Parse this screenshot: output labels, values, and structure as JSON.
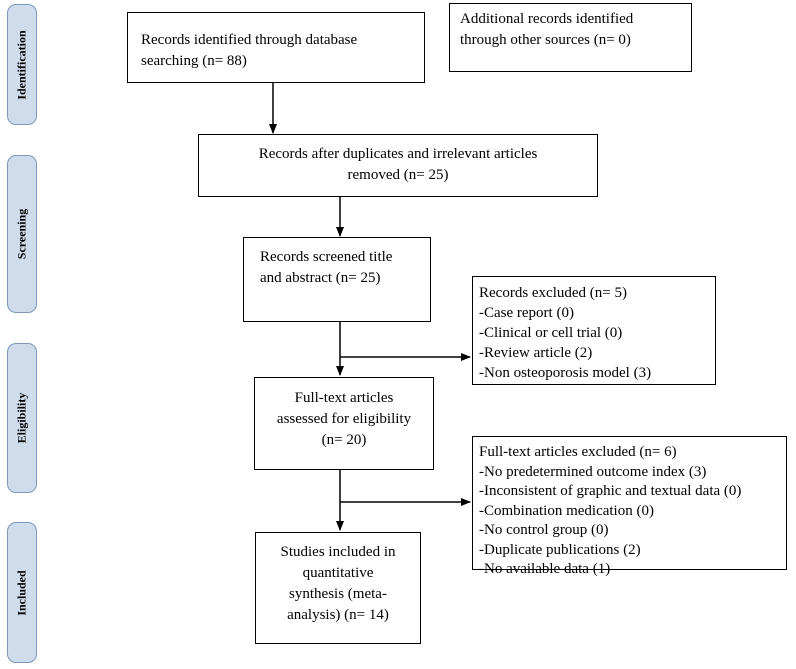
{
  "stages": {
    "identification": "Identification",
    "screening": "Screening",
    "eligibility": "Eligibility",
    "included": "Included"
  },
  "boxes": {
    "database": {
      "lines": [
        "Records identified through database",
        "searching (n= 88)"
      ]
    },
    "other_sources": {
      "lines": [
        "Additional records identified",
        "through other sources (n= 0)"
      ]
    },
    "after_duplicates": {
      "lines": [
        "Records after duplicates and irrelevant articles",
        "removed  (n= 25)"
      ]
    },
    "screened": {
      "lines": [
        "Records screened title",
        "and abstract (n= 25)"
      ]
    },
    "excluded_records": {
      "lines": [
        "Records excluded (n= 5)",
        "-Case report (0)",
        "-Clinical or cell trial (0)",
        "-Review article (2)",
        "-Non osteoporosis model (3)"
      ]
    },
    "full_text": {
      "lines": [
        "Full-text articles",
        "assessed for eligibility",
        "(n= 20)"
      ]
    },
    "excluded_full_text": {
      "lines": [
        "Full-text articles excluded (n= 6)",
        "-No predetermined outcome index  (3)",
        "-Inconsistent of graphic and textual data (0)",
        "-Combination medication (0)",
        "-No control group (0)",
        "-Duplicate publications (2)",
        "-No available data (1)"
      ]
    },
    "included": {
      "lines": [
        "Studies included in",
        "quantitative",
        "synthesis (meta-",
        "analysis) (n= 14)"
      ]
    }
  }
}
